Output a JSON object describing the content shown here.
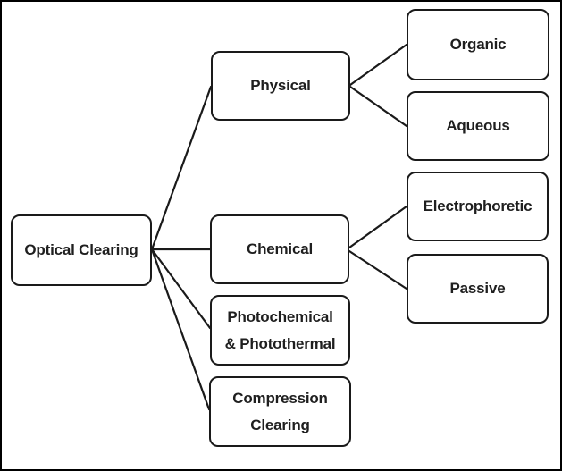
{
  "diagram": {
    "type": "tree",
    "orientation": "left-to-right",
    "nodes": {
      "optical_clearing": {
        "lines": [
          "Optical Clearing"
        ]
      },
      "physical": {
        "lines": [
          "Physical"
        ]
      },
      "chemical": {
        "lines": [
          "Chemical"
        ]
      },
      "photochemical": {
        "lines": [
          "Photochemical",
          "& Photothermal"
        ]
      },
      "compression": {
        "lines": [
          "Compression",
          "Clearing"
        ]
      },
      "organic": {
        "lines": [
          "Organic"
        ]
      },
      "aqueous": {
        "lines": [
          "Aqueous"
        ]
      },
      "electrophoretic": {
        "lines": [
          "Electrophoretic"
        ]
      },
      "passive": {
        "lines": [
          "Passive"
        ]
      }
    },
    "edges": [
      {
        "from": "Optical Clearing",
        "to": "Physical"
      },
      {
        "from": "Optical Clearing",
        "to": "Chemical"
      },
      {
        "from": "Optical Clearing",
        "to": "Photochemical & Photothermal"
      },
      {
        "from": "Optical Clearing",
        "to": "Compression Clearing"
      },
      {
        "from": "Physical",
        "to": "Organic"
      },
      {
        "from": "Physical",
        "to": "Aqueous"
      },
      {
        "from": "Chemical",
        "to": "Electrophoretic"
      },
      {
        "from": "Chemical",
        "to": "Passive"
      }
    ],
    "colors": {
      "background": "#ffffff",
      "box_fill": "#ffffff",
      "box_border": "#1a1a1a",
      "connector": "#1a1a1a",
      "text": "#1f1f1f"
    }
  }
}
